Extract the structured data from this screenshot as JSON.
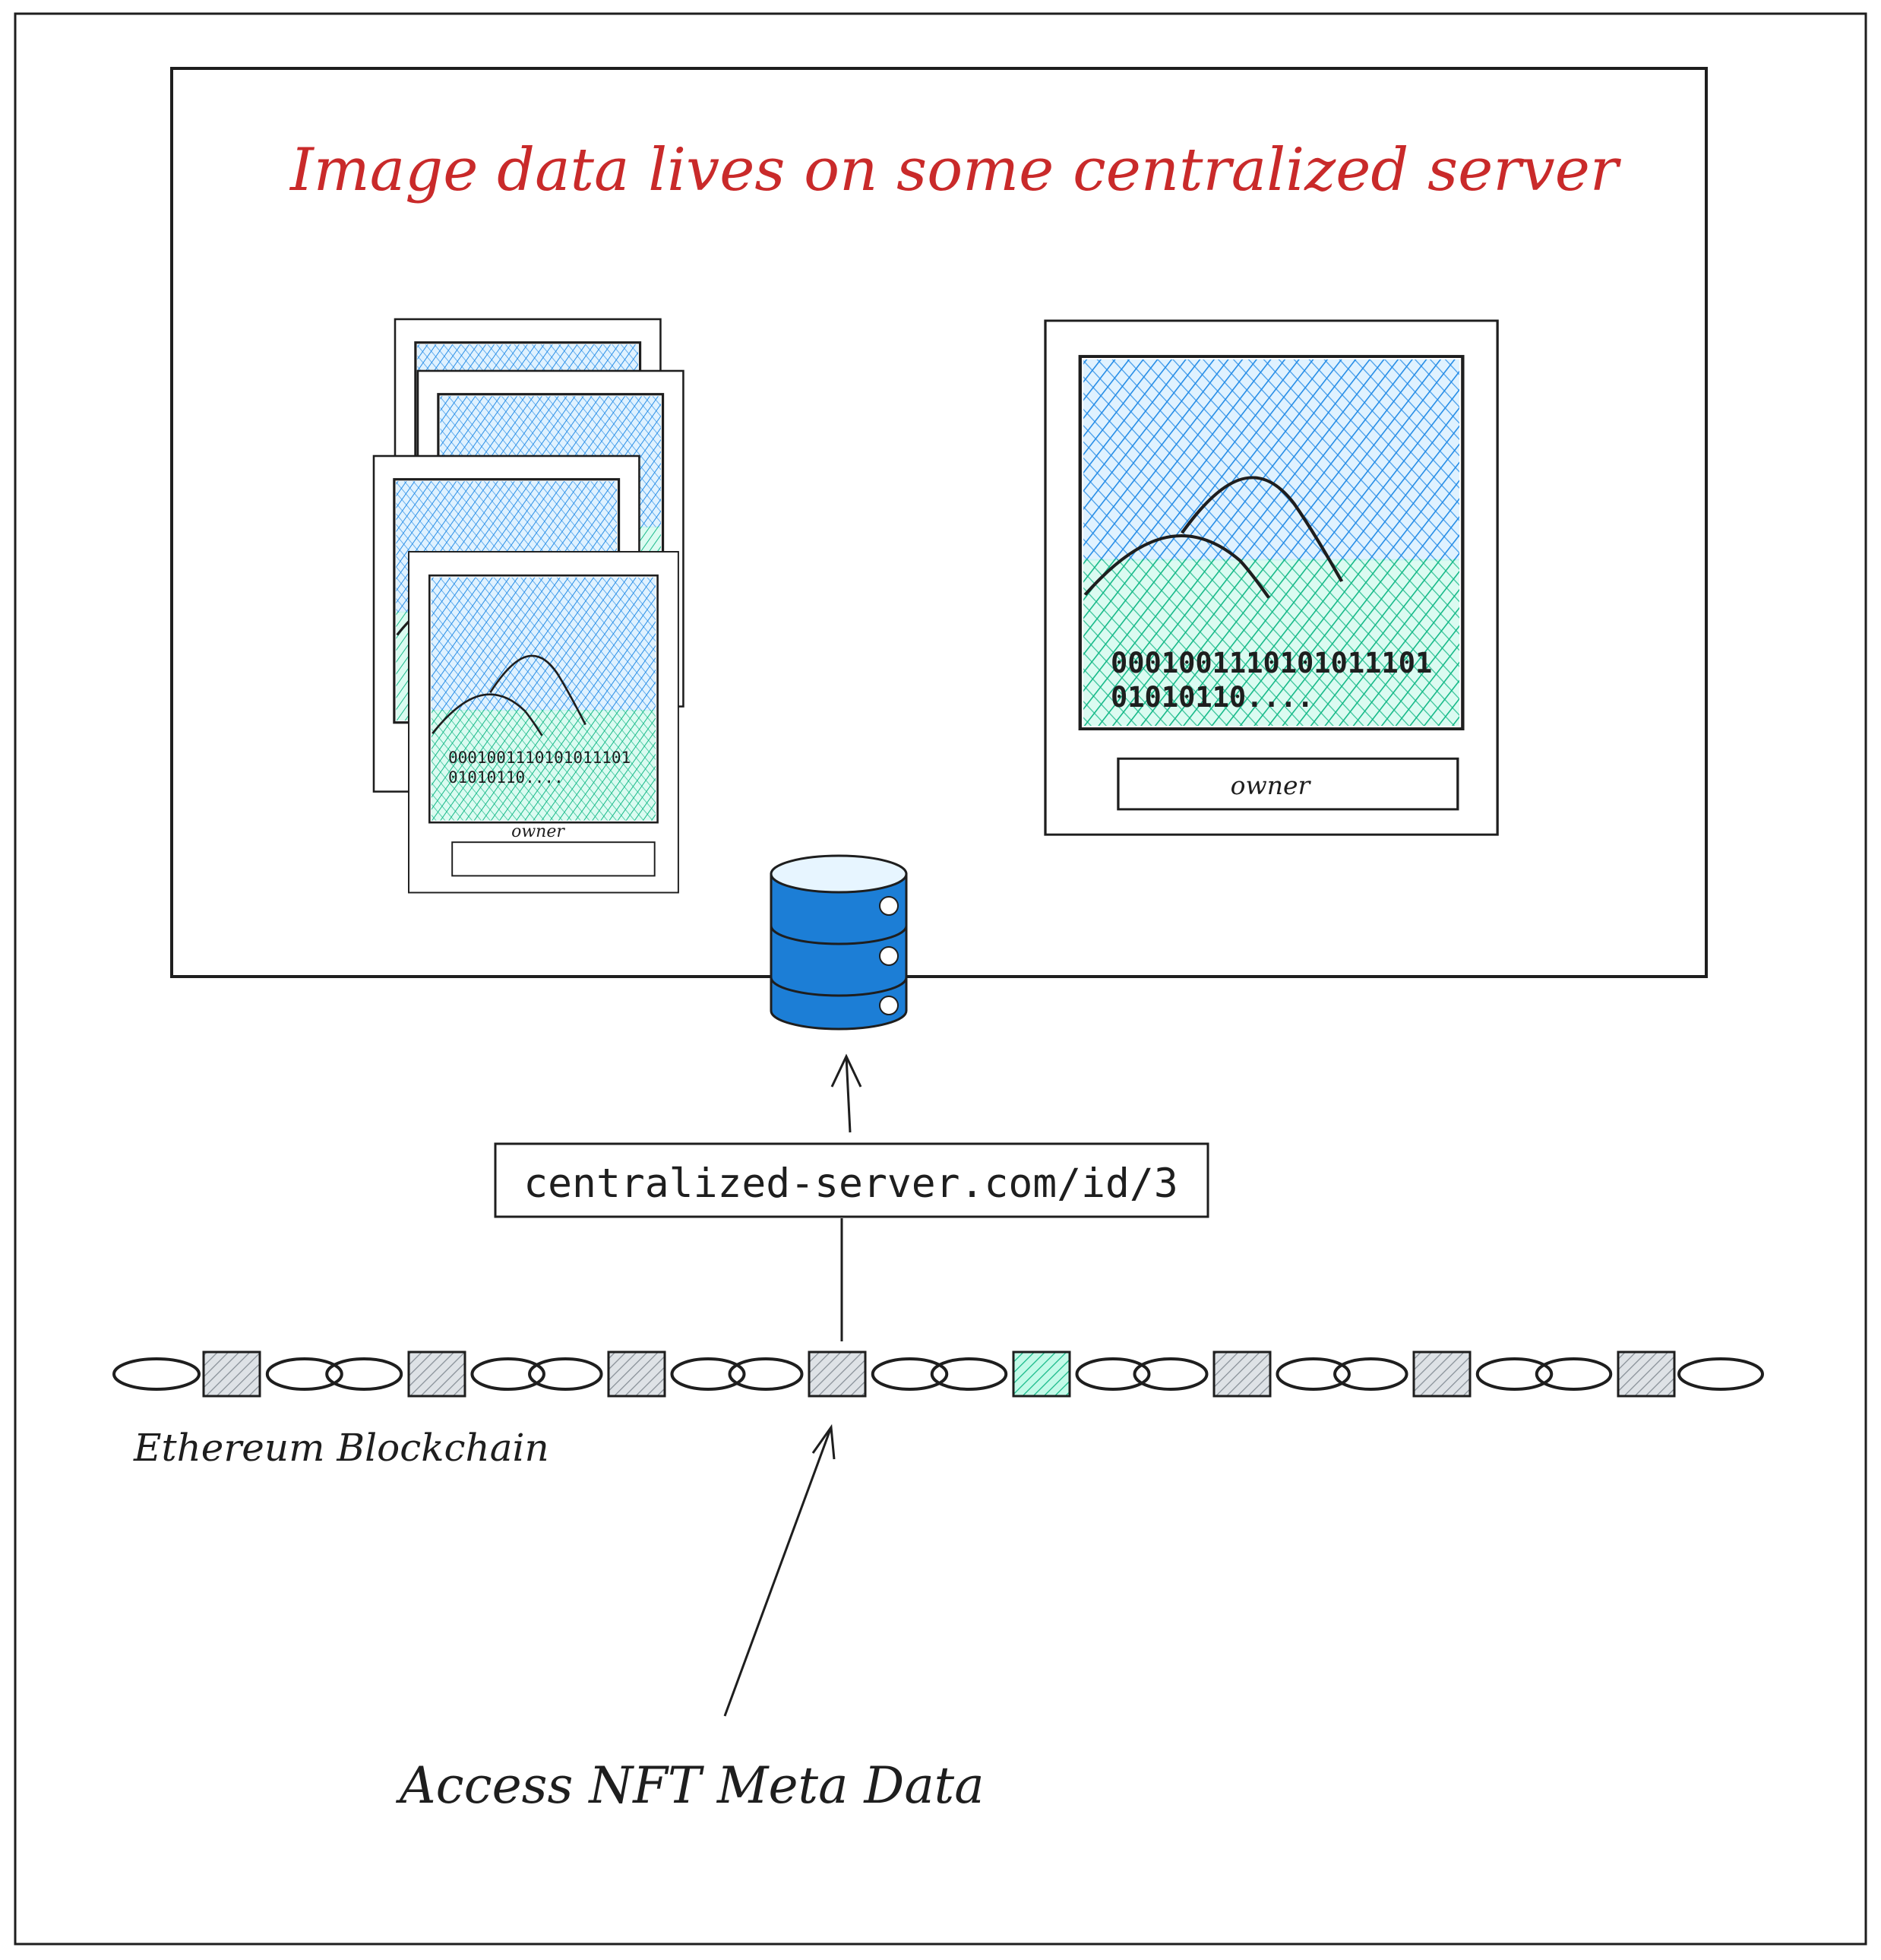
{
  "title": "Image data lives on some centralized server",
  "url_label": "centralized-server.com/id/3",
  "blockchain_label": "Ethereum Blockchain",
  "access_label": "Access NFT Meta Data",
  "nft_card": {
    "binary_line1": "0001001110101011101",
    "binary_line2": "01010110....",
    "owner_label": "owner"
  },
  "colors": {
    "title": "#c92a2a",
    "sky": "#228be6",
    "land": "#12b886",
    "chain_block": "#868e96",
    "highlight_block": "#12b886",
    "database": "#1c7ed6",
    "stroke": "#1e1e1e"
  },
  "icons": {
    "database": "database-icon",
    "chain_links": "chain-link-icon"
  },
  "block_types": [
    "grey",
    "grey",
    "grey",
    "grey",
    "highlight",
    "grey",
    "grey",
    "grey",
    "grey"
  ]
}
